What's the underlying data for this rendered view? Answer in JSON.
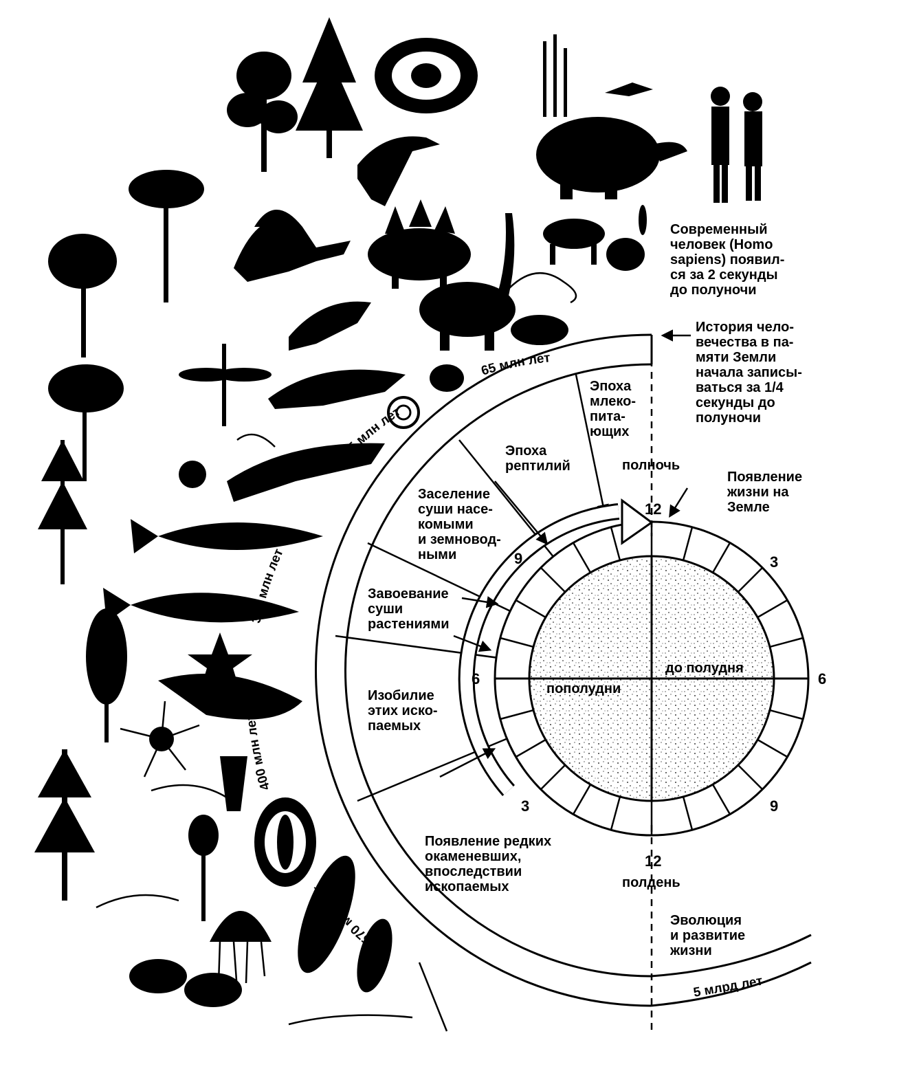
{
  "arc_labels": {
    "65": "65  млн  лет",
    "225": "225 млн  лет",
    "370": "370 млн лет",
    "400": "400 млн лет",
    "570": "570 млн лет",
    "5bn": "5 млрд лет"
  },
  "eras": {
    "mammals": [
      "Эпоха",
      "млеко-",
      "пита-",
      "ющих"
    ],
    "reptiles": [
      "Эпоха",
      "рептилий"
    ],
    "insects": [
      "Заселение",
      "суши насе-",
      "комыми",
      "и земновод-",
      "ными"
    ],
    "plants": [
      "Завоевание",
      "суши",
      "растениями"
    ],
    "fossils": [
      "Изобилие",
      "этих иско-",
      "паемых"
    ],
    "rare_fossils": [
      "Появление редких",
      "окаменевших,",
      "впоследствии",
      "ископаемых"
    ]
  },
  "side_notes": {
    "homo": [
      "Современный",
      "человек (Homo",
      "sapiens) появил-",
      "ся за 2 секунды",
      "до полуночи"
    ],
    "history": [
      "История чело-",
      "вечества в па-",
      "мяти Земли",
      "начала записы-",
      "ваться за 1/4",
      "секунды до",
      "полуночи"
    ],
    "life_origin": [
      "Появление",
      "жизни на",
      "Земле"
    ],
    "evolution": [
      "Эволюция",
      "и развитие",
      "жизни"
    ]
  },
  "clock": {
    "n12_top": "12",
    "n12_bottom": "12",
    "n3_right": "3",
    "n6_right": "6",
    "n9_right": "9",
    "n9_left": "9",
    "n6_left": "6",
    "n3_left": "3",
    "midnight": "полночь",
    "noon": "полдень",
    "before_noon": "до полудня",
    "after_noon": "пополудни"
  }
}
